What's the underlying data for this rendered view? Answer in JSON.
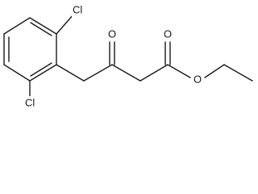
{
  "molecule": {
    "atoms": {
      "cl_top": "Cl",
      "cl_bottom": "Cl",
      "ketone_oxygen": "O",
      "ester_carbonyl_oxygen": "O",
      "ester_ether_oxygen": "O"
    }
  }
}
